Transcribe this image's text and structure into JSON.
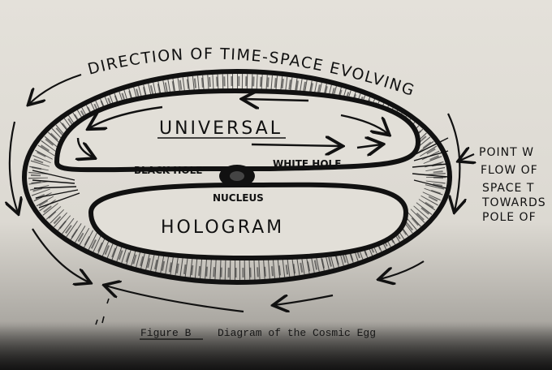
{
  "diagram": {
    "title_arc": "DIRECTION OF TIME-SPACE EVOLVING",
    "upper_label": "UNIVERSAL",
    "lower_label": "HOLOGRAM",
    "black_hole": "BLACK HOLE",
    "white_hole": "WHITE HOLE",
    "nucleus": "NUCLEUS",
    "side_note_lines": [
      "POINT W",
      "FLOW OF",
      "SPACE T",
      "TOWARDS",
      "POLE OF"
    ]
  },
  "caption": {
    "figure_label": "Figure B",
    "text": "Diagram of the Cosmic Egg"
  },
  "colors": {
    "ink": "#111111",
    "paper": "#e2dfd8"
  }
}
